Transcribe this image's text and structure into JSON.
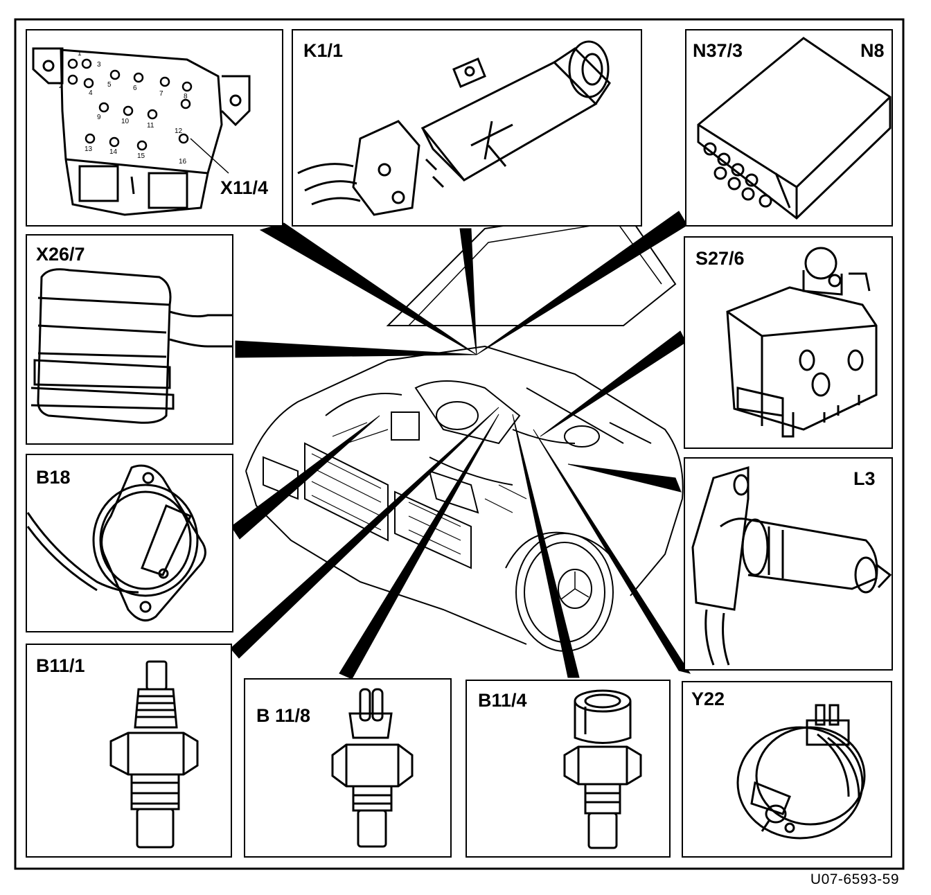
{
  "header": {
    "title_cut": "",
    "title_paren": ""
  },
  "diagram": {
    "outer_border": true,
    "panels": [
      {
        "id": "x11_4",
        "label": "X11/4",
        "icon": "connector-block-16-pin",
        "pins": [
          "1",
          "2",
          "3",
          "4",
          "5",
          "6",
          "7",
          "8",
          "9",
          "10",
          "11",
          "12",
          "13",
          "14",
          "15",
          "16"
        ]
      },
      {
        "id": "k1_1",
        "label": "K1/1",
        "icon": "relay-with-plug"
      },
      {
        "id": "n37_3",
        "label": "N37/3",
        "label2": "N8",
        "icon": "control-module"
      },
      {
        "id": "x26_7",
        "label": "X26/7",
        "icon": "rubber-boot-connector"
      },
      {
        "id": "s27_6",
        "label": "S27/6",
        "icon": "roller-switch"
      },
      {
        "id": "b18",
        "label": "B18",
        "icon": "flange-sensor"
      },
      {
        "id": "l3",
        "label": "L3",
        "icon": "rpm-sensor"
      },
      {
        "id": "b11_1",
        "label": "B11/1",
        "icon": "temperature-sensor"
      },
      {
        "id": "b11_8",
        "label": "B 11/8",
        "icon": "temperature-sensor-two-pin"
      },
      {
        "id": "b11_4",
        "label": "B11/4",
        "icon": "temperature-sensor-round-plug"
      },
      {
        "id": "y22",
        "label": "Y22",
        "icon": "vacuum-element"
      }
    ],
    "center_image": "car-engine-compartment",
    "figure_code": "U07-6593-59"
  }
}
